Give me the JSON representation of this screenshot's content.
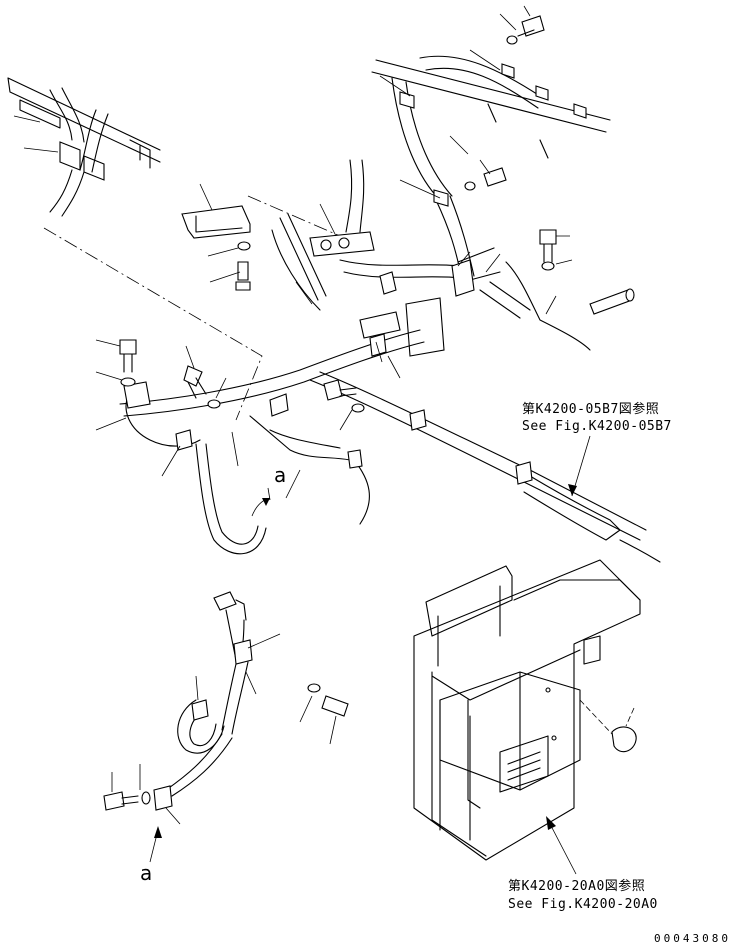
{
  "references": [
    {
      "jp": "第K4200-05B7図参照",
      "en": "See Fig.K4200-05B7"
    },
    {
      "jp": "第K4200-20A0図参照",
      "en": "See Fig.K4200-20A0"
    }
  ],
  "callouts": [
    "a",
    "a"
  ],
  "drawing_code": "00043080"
}
